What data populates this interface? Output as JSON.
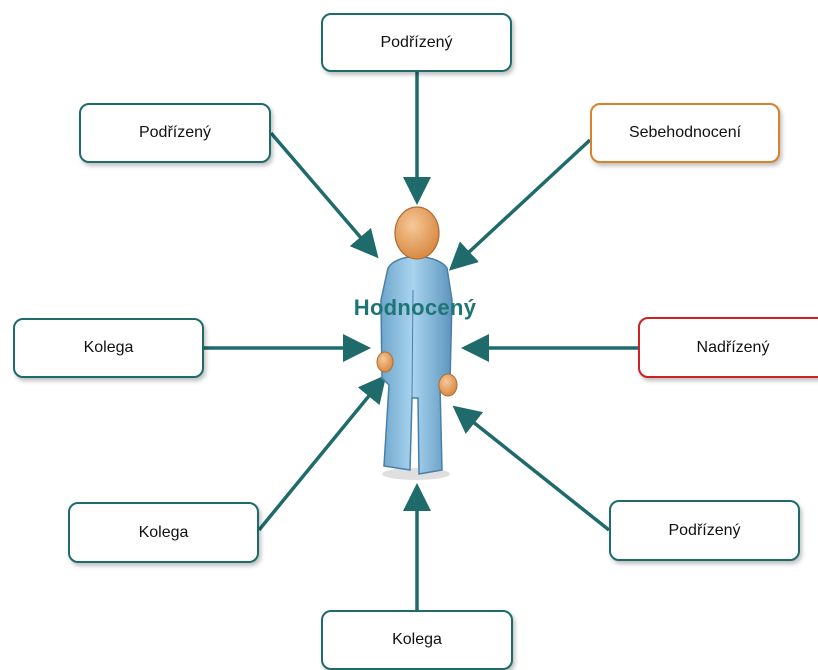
{
  "center": {
    "label": "Hodnocený"
  },
  "boxes": {
    "top": "Podřízený",
    "upper_left": "Podřízený",
    "upper_right": "Sebehodnocení",
    "left": "Kolega",
    "right": "Nadřízený",
    "lower_left": "Kolega",
    "lower_right": "Podřízený",
    "bottom": "Kolega"
  },
  "colors": {
    "arrow": "#1f6b6b",
    "box_border": "#1f6b6b",
    "self_border": "#d9822b",
    "boss_border": "#cc2222",
    "title": "#1f7575"
  },
  "icons": {
    "center_figure": "person-figure-icon"
  }
}
